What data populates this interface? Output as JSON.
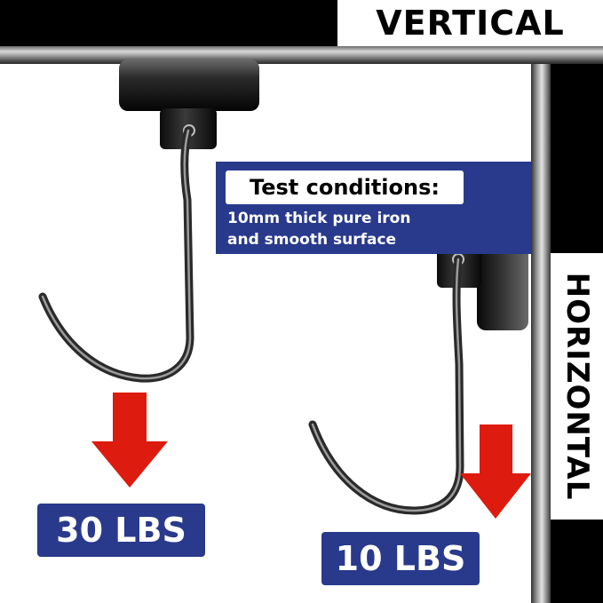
{
  "labels": {
    "vertical": "VERTICAL",
    "horizontal": "HORIZONTAL"
  },
  "test_conditions": {
    "title": "Test conditions:",
    "line1": "10mm thick pure iron",
    "line2": "and smooth surface"
  },
  "capacities": {
    "vertical": "30 LBS",
    "horizontal": "10 LBS"
  },
  "colors": {
    "badge_blue": "#293a8c",
    "arrow_red": "#dd1b0e",
    "frame_black": "#000000"
  },
  "icons": {
    "magnet": "magnet-icon",
    "hook": "hook-icon",
    "arrow": "arrow-down-icon"
  }
}
